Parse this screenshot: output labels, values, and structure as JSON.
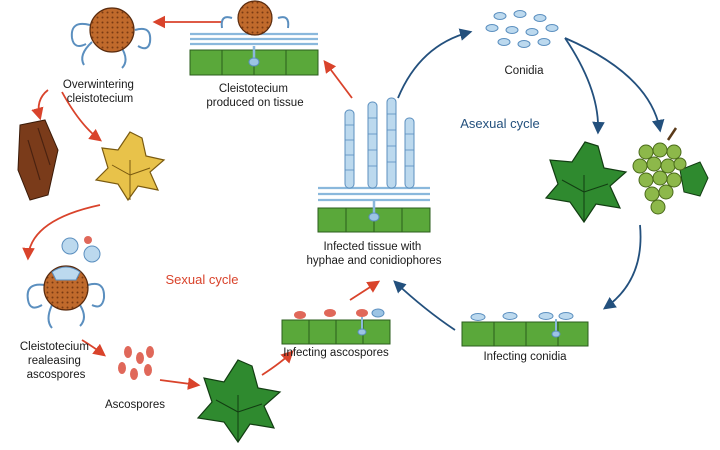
{
  "labels": {
    "overwintering": [
      "Overwintering",
      "cleistotecium"
    ],
    "produced": [
      "Cleistotecium",
      "produced on tissue"
    ],
    "conidia": "Conidia",
    "asexual_cycle": "Asexual cycle",
    "sexual_cycle": "Sexual cycle",
    "infected_tissue": [
      "Infected tissue with",
      "hyphae and conidiophores"
    ],
    "releasing": [
      "Cleistotecium",
      "realeasing",
      "ascospores"
    ],
    "ascospores": "Ascospores",
    "infecting_ascospores": "Infecting ascospores",
    "infecting_conidia": "Infecting conidia"
  },
  "colors": {
    "sexual": "#d9432b",
    "asexual": "#23507d",
    "leaf_green": "#2f8a2f",
    "tissue_green": "#5aa83a",
    "fungus_blue": "#9cc4e4",
    "cleisto_brown": "#b8642a",
    "bark": "#7a3b1a",
    "dead_leaf": "#e8c24a",
    "grape": "#8db84a",
    "spore_red": "#e0685a"
  }
}
